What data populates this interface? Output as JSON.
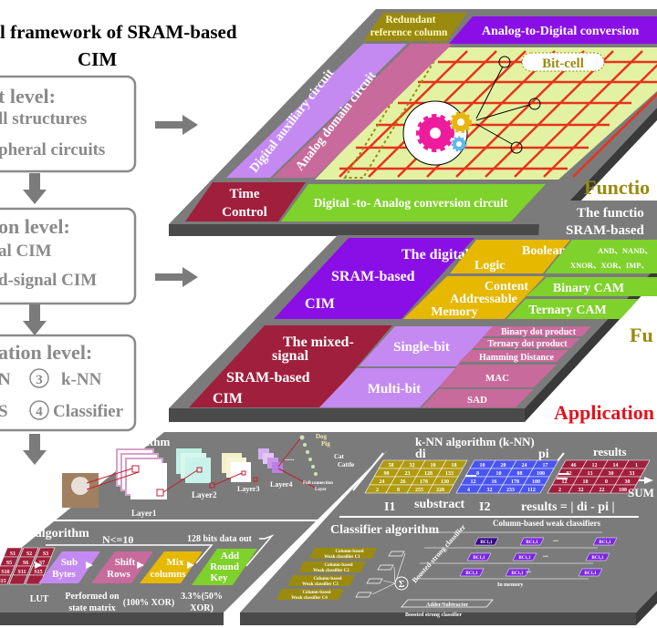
{
  "title": {
    "line1": "l framework of SRAM-based",
    "line2": "CIM"
  },
  "levels": [
    {
      "heading": "t level:",
      "items": [
        "ll structures",
        "pheral  circuits"
      ]
    },
    {
      "heading": "on level:",
      "items": [
        "al CIM",
        "d-signal CIM"
      ]
    },
    {
      "heading": "ation level:",
      "items": [
        "N",
        "3",
        "k-NN",
        "S",
        "4",
        "Classifier"
      ]
    }
  ],
  "circuit_platform": {
    "redundant": [
      "Redundant",
      "reference column"
    ],
    "adc": "Analog-to-Digital  conversion",
    "digital_aux": "Digital auxiliary  circuit",
    "analog_domain": "Analog domain  circuit",
    "bit_cell": "Bit-cell",
    "time_control": [
      "Time",
      "Control"
    ],
    "dac": "Digital -to- Analog conversion circuit",
    "side_label": "Functio",
    "side_box": [
      "The  functio",
      "SRAM-based"
    ]
  },
  "function_platform": {
    "digital": [
      "The digital",
      "SRAM-based",
      "CIM"
    ],
    "boolean": [
      "Boolean",
      "Logic"
    ],
    "boolean_ops": [
      "AND、NAND、",
      "XNOR、XOR、IMP、"
    ],
    "cam": [
      "Content",
      "Addressable",
      "Memory"
    ],
    "binary_cam": "Binary CAM",
    "ternary_cam": "Ternary CAM",
    "mixed": [
      "The mixed-",
      "signal",
      "SRAM-based",
      "CIM"
    ],
    "single_bit": "Single-bit",
    "multi_bit": "Multi-bit",
    "ops": [
      "Binary dot product",
      "Ternary dot product",
      "Hamming Distance",
      "MAC",
      "SAD"
    ],
    "side_label": "Fu",
    "application_label": "Application"
  },
  "cnn": {
    "title": "CNN algorithm",
    "layers": [
      "Layer1",
      "Layer2",
      "Layer3",
      "Layer4"
    ],
    "classes": [
      "Dog",
      "Pig",
      "Cat",
      "Cattle"
    ],
    "fc": [
      "Full connection",
      "Layer"
    ],
    "dots": "......"
  },
  "aes": {
    "title": "AES algorithm",
    "rounds": "N<=10",
    "data_out": "128 bits data out",
    "state": [
      "S1",
      "S2",
      "S3",
      "S5",
      "S6",
      "S7",
      "S10",
      "S11",
      "S15"
    ],
    "steps": [
      [
        "Sub",
        "Bytes"
      ],
      [
        "Shift",
        "Rows"
      ],
      [
        "Mix",
        "columns"
      ],
      [
        "Add",
        "Round",
        "Key"
      ]
    ],
    "notes": [
      [
        "LUT"
      ],
      [
        "Performed on",
        "state matrix"
      ],
      [
        "(100% XOR)"
      ],
      [
        "3.3%(50%",
        "XOR)"
      ]
    ]
  },
  "knn": {
    "title": "k-NN algorithm (k-NN)",
    "di_label": "di",
    "pi_label": "pi",
    "results_label": "results",
    "di": [
      [
        58,
        32,
        10,
        18
      ],
      [
        90,
        23,
        128,
        133
      ],
      [
        24,
        26,
        178,
        130
      ],
      [
        2,
        8,
        255,
        220
      ]
    ],
    "pi": [
      [
        10,
        20,
        24,
        17
      ],
      [
        8,
        10,
        88,
        100
      ],
      [
        12,
        16,
        178,
        100
      ],
      [
        4,
        32,
        233,
        112
      ]
    ],
    "results": [
      [
        46,
        12,
        14,
        1
      ],
      [
        82,
        13,
        30,
        33
      ],
      [
        12,
        10,
        0,
        30
      ],
      [
        2,
        32,
        22,
        108
      ]
    ],
    "sum": "SUM",
    "i1": "I1",
    "substract": "substract",
    "i2": "I2",
    "formula": "results = | di - pi |"
  },
  "classifier": {
    "title": "Classifier algorithm",
    "weak": [
      [
        "Column-based",
        "Weak classifier C1"
      ],
      [
        "Column-based",
        "Weak classifier C2"
      ],
      [
        "Column-based",
        "Weak classifier C3"
      ],
      [
        "Column-based",
        "Weak classifier C4"
      ]
    ],
    "column_title": "Column-based weak classifiers",
    "boosted_diag": "Boosted strong classifier",
    "cell": "BC1,1",
    "ellipsis": "...",
    "in_memory": "In memory",
    "adder": "Adder/Subtractor",
    "boosted": "Boosted strong classifier",
    "sigma": "Σ"
  },
  "colors": {
    "gray_platform": "#7b7b7b",
    "dark_base": "#4a4a4a",
    "purple": "#8a0fe6",
    "lilac": "#c58af2",
    "pink": "#c86a9c",
    "dark_red": "#a01f3c",
    "green": "#7fd12b",
    "yellow": "#e6b800",
    "olive": "#9a8a0e",
    "grid_bg": "#e3f2a2",
    "grid_red": "#e8321e",
    "blue": "#4a55f0",
    "red_text": "#e0141e"
  }
}
